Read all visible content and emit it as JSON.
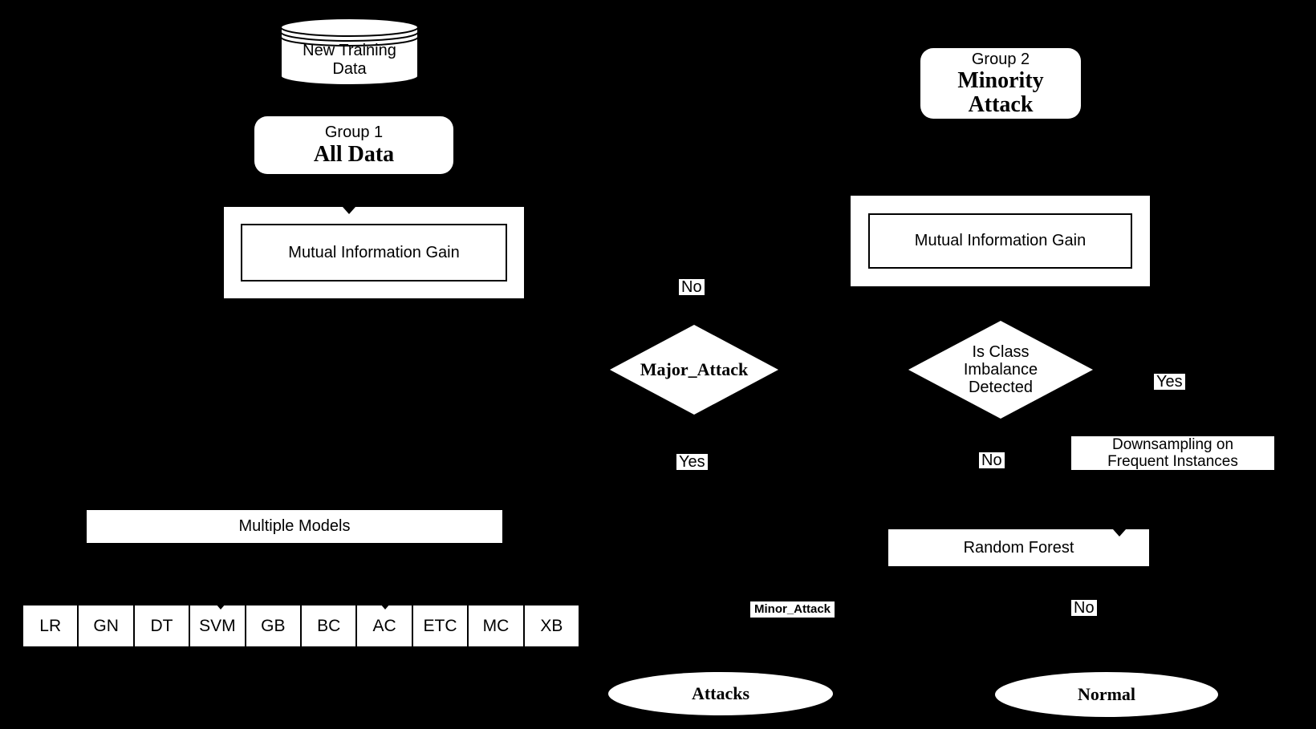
{
  "diagram": {
    "colors": {
      "background": "#000000",
      "shape_fill": "#ffffff",
      "text": "#000000"
    },
    "cylinder": {
      "line1": "New Training",
      "line2": "Data"
    },
    "group1": {
      "subtitle": "Group 1",
      "title": "All Data"
    },
    "group2": {
      "subtitle": "Group 2",
      "title_line1": "Minority",
      "title_line2": "Attack"
    },
    "mig_left": {
      "label": "Mutual Information Gain"
    },
    "mig_right": {
      "label": "Mutual Information Gain"
    },
    "major_attack_diamond": {
      "label": "Major_Attack"
    },
    "imbalance_diamond": {
      "line1": "Is Class",
      "line2": "Imbalance",
      "line3": "Detected"
    },
    "downsampling": {
      "line1": "Downsampling on",
      "line2": "Frequent Instances"
    },
    "multiple_models": {
      "label": "Multiple Models"
    },
    "models": [
      "LR",
      "GN",
      "DT",
      "SVM",
      "GB",
      "BC",
      "AC",
      "ETC",
      "MC",
      "XB"
    ],
    "random_forest": {
      "label": "Random Forest"
    },
    "labels": {
      "no_above_major": "No",
      "yes_below_major": "Yes",
      "yes_right_imbalance": "Yes",
      "no_below_imbalance": "No",
      "no_below_random_forest": "No",
      "minor_attack": "Minor_Attack"
    },
    "terminals": {
      "attacks": "Attacks",
      "normal": "Normal"
    }
  }
}
